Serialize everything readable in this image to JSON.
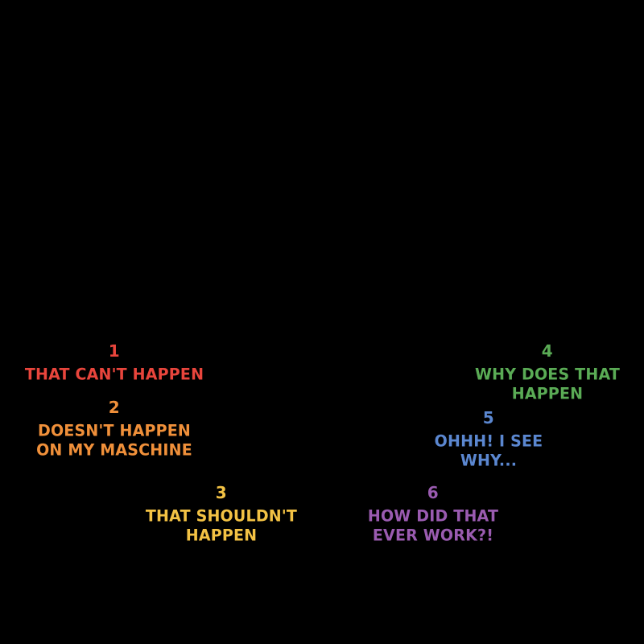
{
  "background_color": "#000000",
  "stages": [
    {
      "number": "1",
      "lines": [
        "THAT CAN'T HAPPEN"
      ],
      "color": "#e8453c"
    },
    {
      "number": "2",
      "lines": [
        "DOESN'T HAPPEN",
        "ON MY MASCHINE"
      ],
      "color": "#f0903a"
    },
    {
      "number": "3",
      "lines": [
        "THAT SHOULDN'T",
        "HAPPEN"
      ],
      "color": "#f3c244"
    },
    {
      "number": "4",
      "lines": [
        "WHY DOES THAT",
        "HAPPEN"
      ],
      "color": "#5aab55"
    },
    {
      "number": "5",
      "lines": [
        "OHHH! I SEE",
        "WHY..."
      ],
      "color": "#5b87d0"
    },
    {
      "number": "6",
      "lines": [
        "HOW DID THAT",
        "EVER WORK?!"
      ],
      "color": "#9a5bb0"
    }
  ]
}
